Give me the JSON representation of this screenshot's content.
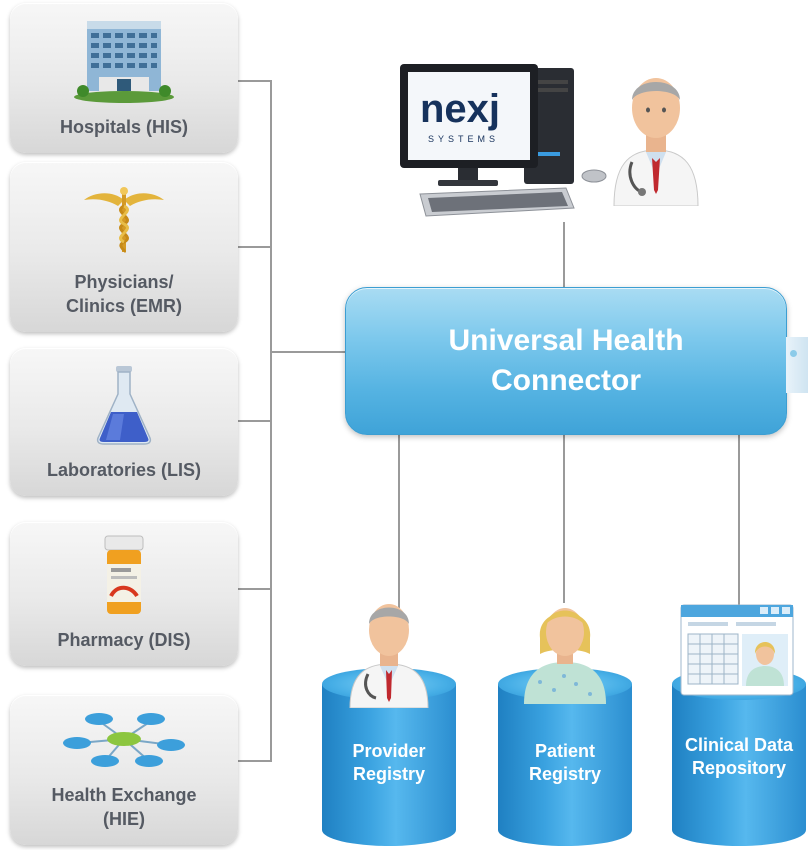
{
  "sources": [
    {
      "label": "Hospitals (HIS)",
      "icon": "hospital-icon"
    },
    {
      "label": "Physicians/ Clinics (EMR)",
      "icon": "caduceus-icon"
    },
    {
      "label": "Laboratories (LIS)",
      "icon": "flask-icon"
    },
    {
      "label": "Pharmacy (DIS)",
      "icon": "pill-bottle-icon"
    },
    {
      "label": "Health Exchange (HIE)",
      "icon": "network-icon"
    }
  ],
  "hub": {
    "label": "Universal Health Connector"
  },
  "workstation": {
    "brand": "nexj",
    "brand_sub": "SYSTEMS"
  },
  "registries": [
    {
      "label": "Provider Registry",
      "icon": "doctor-icon"
    },
    {
      "label": "Patient Registry",
      "icon": "patient-icon"
    },
    {
      "label": "Clinical Data Repository",
      "icon": "window-record-icon"
    }
  ],
  "colors": {
    "hub": "#55b3e2",
    "cylinder": "#3aa2e0",
    "card_text": "#555a63",
    "line": "#9a9a9a"
  }
}
